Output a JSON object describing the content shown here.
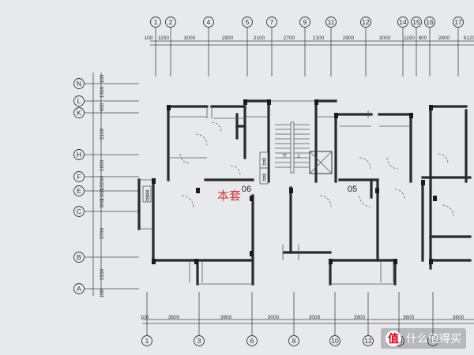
{
  "top_axes": [
    "1",
    "2",
    "4",
    "5",
    "7",
    "9",
    "11",
    "12",
    "14",
    "15",
    "16",
    "17"
  ],
  "top_dims": [
    "100",
    "1150",
    "3000",
    "2900",
    "2100",
    "2700",
    "2100",
    "2900",
    "3000",
    "1150",
    "800",
    "2800",
    "5120"
  ],
  "bottom_axes": [
    "1",
    "3",
    "6",
    "8",
    "10",
    "12",
    "14",
    "16"
  ],
  "bottom_dims": [
    "100",
    "3600",
    "3900",
    "3000",
    "3000",
    "3900",
    "3600",
    "3600"
  ],
  "left_axes": [
    "N",
    "L",
    "K",
    "H",
    "F",
    "E",
    "C",
    "B",
    "A"
  ],
  "left_dims": [
    "100",
    "1300",
    "950",
    "3100",
    "1650",
    "15200",
    "1500",
    "900",
    "3700",
    "2200",
    "100"
  ],
  "unit_labels": {
    "left": "06",
    "right": "05"
  },
  "stamp_text": "本套",
  "stair_labels": [
    "下",
    "上"
  ],
  "room_tags": [
    "管井",
    "管井",
    "排烟井"
  ],
  "watermark": {
    "logo": "值",
    "text": "什么值得买"
  }
}
